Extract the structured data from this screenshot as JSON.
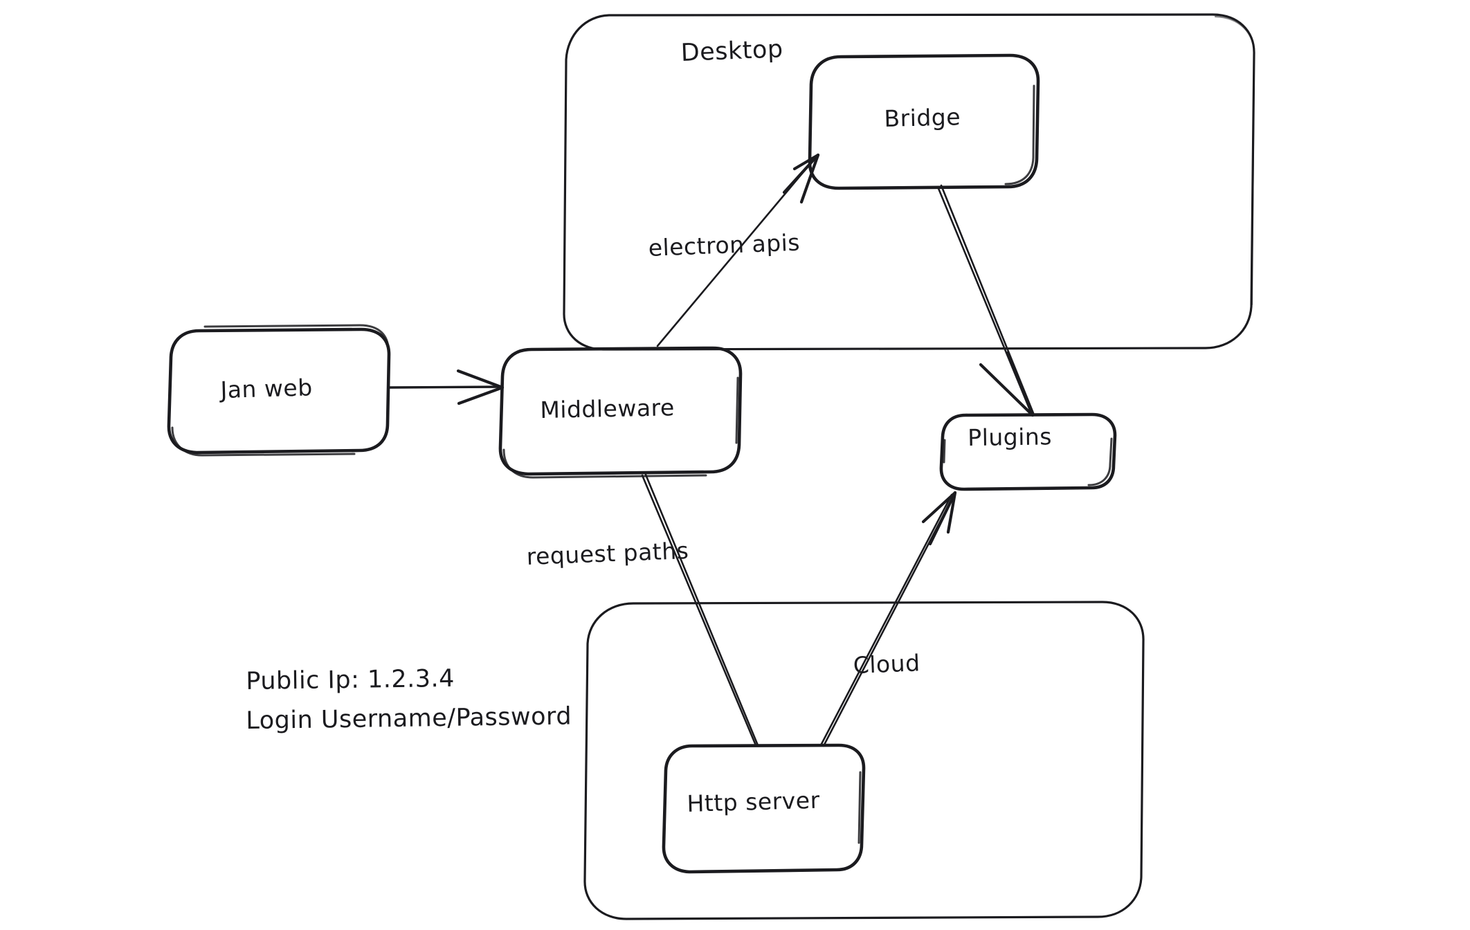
{
  "diagram": {
    "title": "Jan architecture sketch",
    "style": "hand-drawn whiteboard",
    "background_color": "#ffffff",
    "ink_color": "#1b1b1f"
  },
  "groups": [
    {
      "id": "desktop",
      "label": "Desktop",
      "label_position": "top-center-left"
    },
    {
      "id": "cloud-group",
      "label": "",
      "label_position": "none"
    }
  ],
  "nodes": [
    {
      "id": "jan-web",
      "label": "Jan web"
    },
    {
      "id": "middleware",
      "label": "Middleware"
    },
    {
      "id": "bridge",
      "label": "Bridge"
    },
    {
      "id": "plugins",
      "label": "Plugins"
    },
    {
      "id": "http-server",
      "label": "Http server"
    }
  ],
  "edges": [
    {
      "id": "jan-to-middleware",
      "from": "jan-web",
      "to": "middleware",
      "label": "",
      "arrow": true
    },
    {
      "id": "middleware-to-bridge",
      "from": "middleware",
      "to": "bridge",
      "label": "electron apis",
      "arrow": true
    },
    {
      "id": "bridge-to-plugins",
      "from": "bridge",
      "to": "plugins",
      "label": "",
      "arrow": true
    },
    {
      "id": "middleware-to-http",
      "from": "middleware",
      "to": "http-server",
      "label": "request paths",
      "arrow": false
    },
    {
      "id": "http-to-plugins",
      "from": "http-server",
      "to": "plugins",
      "label": "Cloud",
      "arrow": true
    }
  ],
  "edge_labels": {
    "electron_apis": "electron apis",
    "request_paths": "request paths",
    "cloud": "Cloud"
  },
  "notes": {
    "public_ip_line": "Public Ip: 1.2.3.4",
    "login_line": "Login Username/Password"
  }
}
